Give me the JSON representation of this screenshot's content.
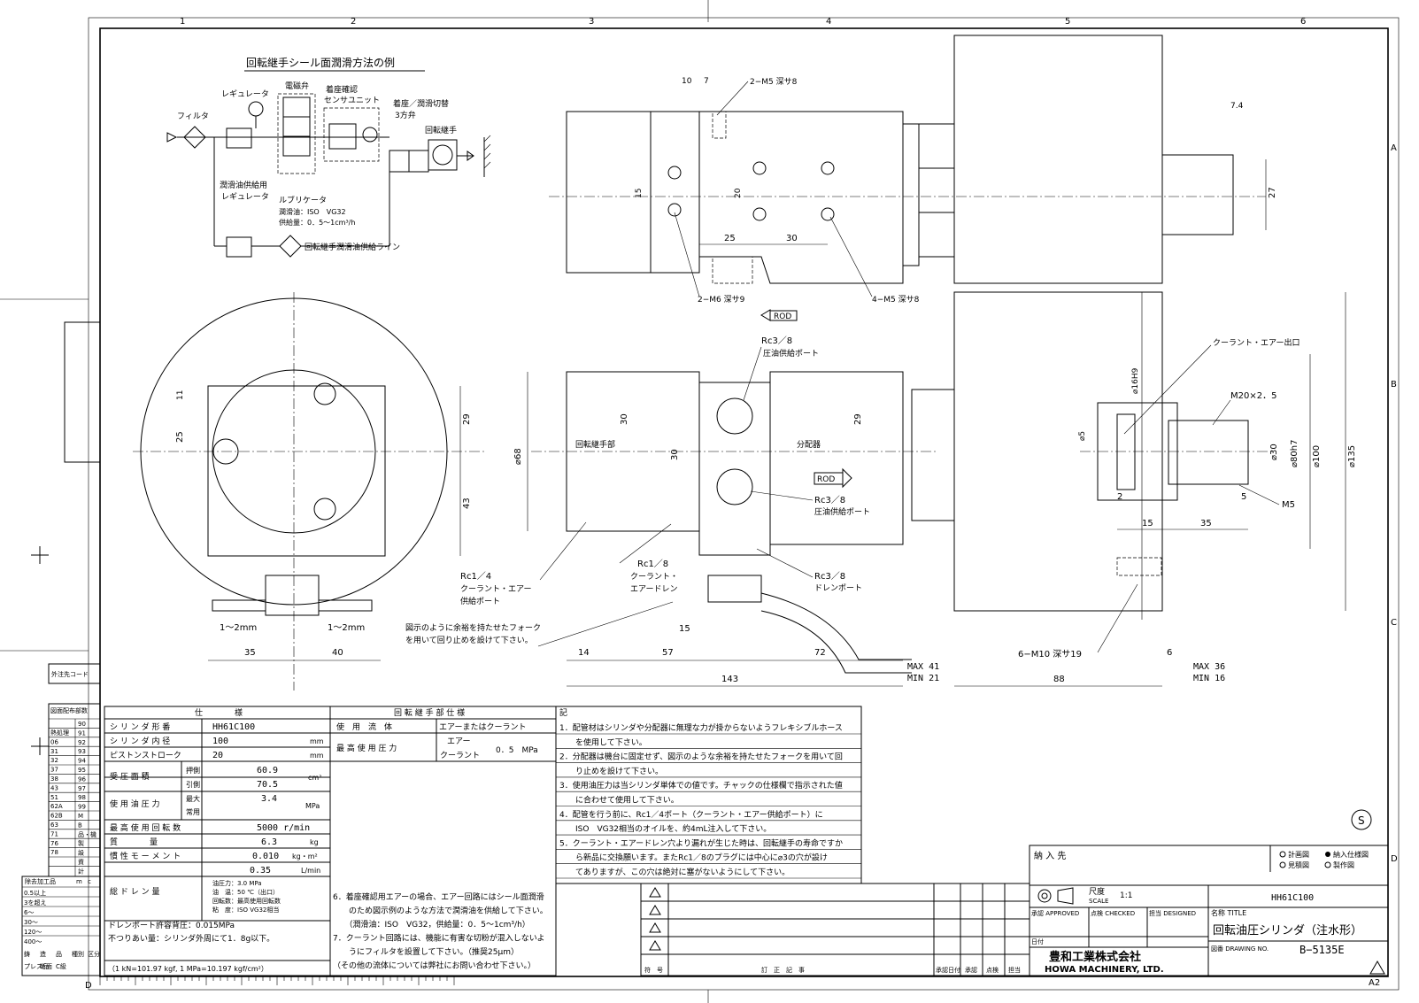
{
  "border": {
    "columns": [
      "1",
      "2",
      "3",
      "4",
      "5",
      "6"
    ],
    "rows": [
      "A",
      "B",
      "C",
      "D"
    ],
    "bottom_row": "D",
    "sheet_size": "A2"
  },
  "schematic": {
    "title": "回転継手シール面潤滑方法の例",
    "labels": {
      "filter": "フィルタ",
      "regulator": "レギュレータ",
      "solenoid": "電磁弁",
      "sensor1": "着座確認",
      "sensor2": "センサユニット",
      "switch1": "着座／潤滑切替",
      "switch2": "3方弁",
      "joint": "回転継手",
      "lube_reg1": "潤滑油供給用",
      "lube_reg2": "レギュレータ",
      "lubricator": "ルブリケータ",
      "oil": "潤滑油：ISO　VG32",
      "supply": "供給量：0．5～1cm³/h",
      "line": "回転継手潤滑油供給ライン"
    }
  },
  "dimensions": {
    "top_view": [
      "10",
      "7",
      "2−M5 深サ8",
      "15",
      "20",
      "25",
      "30",
      "2−M6 深サ9",
      "4−M5 深サ8",
      "7.4",
      "27"
    ],
    "side_view": {
      "rod1": "ROD",
      "rod2": "ROD",
      "rc38a": "Rc3／8",
      "pressure_port_a": "圧油供給ポート",
      "rc38b": "Rc3／8",
      "pressure_port_b": "圧油供給ポート",
      "rc38c": "Rc3／8",
      "drain": "ドレンポート",
      "joint_part": "回転継手部",
      "distributor": "分配器",
      "rc14": "Rc1／4",
      "coolant_port1": "クーラント・エアー",
      "coolant_port2": "供給ポート",
      "rc18": "Rc1／8",
      "coolant_drain1": "クーラント・",
      "coolant_drain2": "エアードレン",
      "fork1": "図示のように余裕を持たせたフォーク",
      "fork2": "を用いて回り止めを設けて下さい。",
      "d68": "⌀68",
      "d30a": "30",
      "d30b": "30",
      "d29": "29",
      "d15": "15",
      "d14": "14",
      "d57": "57",
      "d72": "72",
      "d143": "143",
      "max41": "MAX 41",
      "min21": "MIN 21"
    },
    "end_view": {
      "d11": "11",
      "d25": "25",
      "d29": "29",
      "d43": "43",
      "gap1": "1～2mm",
      "gap2": "1～2mm",
      "d35": "35",
      "d40": "40"
    },
    "section_view": {
      "coolant_outlet": "クーラント・エアー出口",
      "thread": "M20×2．5",
      "d16h9": "⌀16H9",
      "d5": "⌀5",
      "d30": "⌀30",
      "d80h7": "⌀80h7",
      "d100": "⌀100",
      "d135": "⌀135",
      "d2": "2",
      "d5b": "5",
      "m5": "M5",
      "d15": "15",
      "d35": "35",
      "m10": "6−M10 深サ19",
      "d6": "6",
      "d88": "88",
      "max36": "MAX 36",
      "min16": "MIN 16"
    }
  },
  "spec_table": {
    "header": "仕　　　　様",
    "rows": [
      {
        "label": "シ リ ン ダ 形 番",
        "value": "HH61C100",
        "unit": ""
      },
      {
        "label": "シ リ ン ダ 内 径",
        "value": "100",
        "unit": "mm"
      },
      {
        "label": "ピストンストローク",
        "value": "20",
        "unit": "mm"
      }
    ],
    "area_label": "受 圧 面 積",
    "area_push": {
      "sub": "押側",
      "value": "60.9"
    },
    "area_pull": {
      "sub": "引側",
      "value": "70.5"
    },
    "area_unit": "cm²",
    "pressure_label": "使 用 油 圧 力",
    "pressure_max": {
      "sub": "最大",
      "value": "3.4"
    },
    "pressure_normal": {
      "sub": "常用",
      "value": ""
    },
    "pressure_unit": "MPa",
    "speed": {
      "label": "最 高 使 用 回 転 数",
      "value": "5000 r/min"
    },
    "mass": {
      "label": "質　　　　量",
      "value": "6.3",
      "unit": "kg"
    },
    "inertia": {
      "label": "慣 性 モ ー メ ン ト",
      "value": "0.010",
      "unit": "kg・m²"
    },
    "drain_value": "0.35",
    "drain_unit": "L/min",
    "drain_label": "総 ド レ ン 量",
    "drain_cond": [
      "油圧力：3.0 MPa",
      "油　温：50 ℃（出口）",
      "回転数：最高使用回転数",
      "粘　度：ISO VG32相当"
    ],
    "backpressure": "ドレンポート許容背圧：0.015MPa",
    "unbalance": "不つりあい量：シリンダ外周にて1．8g以下。",
    "conversion": "（1 kN=101.97 kgf, 1 MPa=10.197 kgf/cm²）"
  },
  "joint_table": {
    "header": "回 転 継 手 部 仕 様",
    "fluid_label": "使　用　流　体",
    "fluid_value": "エアーまたはクーラント",
    "pressure_label": "最 高 使 用 圧 力",
    "air": "エアー",
    "coolant": "クーラント",
    "value": "0．5　MPa"
  },
  "notes": {
    "header": "記",
    "items": [
      "1．配管材はシリンダや分配器に無理な力が掛からないようフレキシブルホース",
      "　　を使用して下さい。",
      "2．分配器は機台に固定せず、図示のような余裕を持たせたフォークを用いて回",
      "　　り止めを設けて下さい。",
      "3．使用油圧力は当シリンダ単体での値です。チャックの仕様欄で指示された値",
      "　　に合わせて使用して下さい。",
      "4．配管を行う前に、Rc1／4ポート（クーラント・エアー供給ポート）に",
      "　　ISO　VG32相当のオイルを、約4mL注入して下さい。",
      "5．クーラント・エアードレン穴より漏れが生じた時は、回転継手の寿命ですか",
      "　　ら新品に交換願います。またRc1／8のプラグには中心に⌀3の穴が設け",
      "　　てありますが、この穴は絶対に塞がないようにして下さい。"
    ],
    "extra": [
      "6．着座確認用エアーの場合、エアー回路にはシール面潤滑",
      "　　のため図示例のような方法で潤滑油を供給して下さい。",
      "　　（潤滑油：ISO　VG32，供給量：0．5～1cm³/h）",
      "7．クーラント回路には、機能に有害な切粉が混入しないよ",
      "　　うにフィルタを設置して下さい。（推奨25μm）",
      "（その他の流体については弊社にお問い合わせ下さい。）"
    ]
  },
  "revision": {
    "col_mark": "符　号",
    "col_desc": "訂　正　記　事",
    "col_date": "承認日付",
    "col_approve": "承認",
    "col_check": "点検",
    "col_design": "担当"
  },
  "left_table": {
    "customer_code": "外注先コード",
    "distribution": "図面配布部数",
    "rows": [
      "90",
      "91",
      "92",
      "93",
      "94",
      "95",
      "96",
      "97",
      "98",
      "99",
      "M",
      "B",
      "品・機",
      "製",
      "設",
      "資",
      "計"
    ],
    "left_codes": [
      "熱処理",
      "06",
      "31",
      "32",
      "37",
      "38",
      "43",
      "51",
      "62A",
      "62B",
      "63",
      "71",
      "76",
      "78"
    ],
    "tolerance_hdr": "除去加工品",
    "tol_cols": [
      "m",
      "c"
    ],
    "tol_rows": [
      "0.5以上",
      "3を超え",
      "6～",
      "30～",
      "120～",
      "400～"
    ],
    "bottom": [
      "鋳",
      "造",
      "品",
      "種別",
      "区分",
      "プレス品",
      "断面",
      "C級"
    ]
  },
  "title_block": {
    "customer": "納 入 先",
    "opts": [
      "計画図",
      "納入仕様図",
      "見積図",
      "製作図"
    ],
    "scale_label": "尺度",
    "scale_sub": "SCALE",
    "scale_value": "1:1",
    "part_no": "HH61C100",
    "approved": "承認 APPROVED",
    "checked": "点検 CHECKED",
    "designed": "担当 DESIGNED",
    "title_label": "名称 TITLE",
    "title": "回転油圧シリンダ（注水形）",
    "date": "日付",
    "dwg_label": "図番 DRAWING NO.",
    "dwg_no": "B−5135E",
    "company": "豊和工業株式会社",
    "company_en": "HOWA MACHINERY, LTD.",
    "s_mark": "S"
  }
}
